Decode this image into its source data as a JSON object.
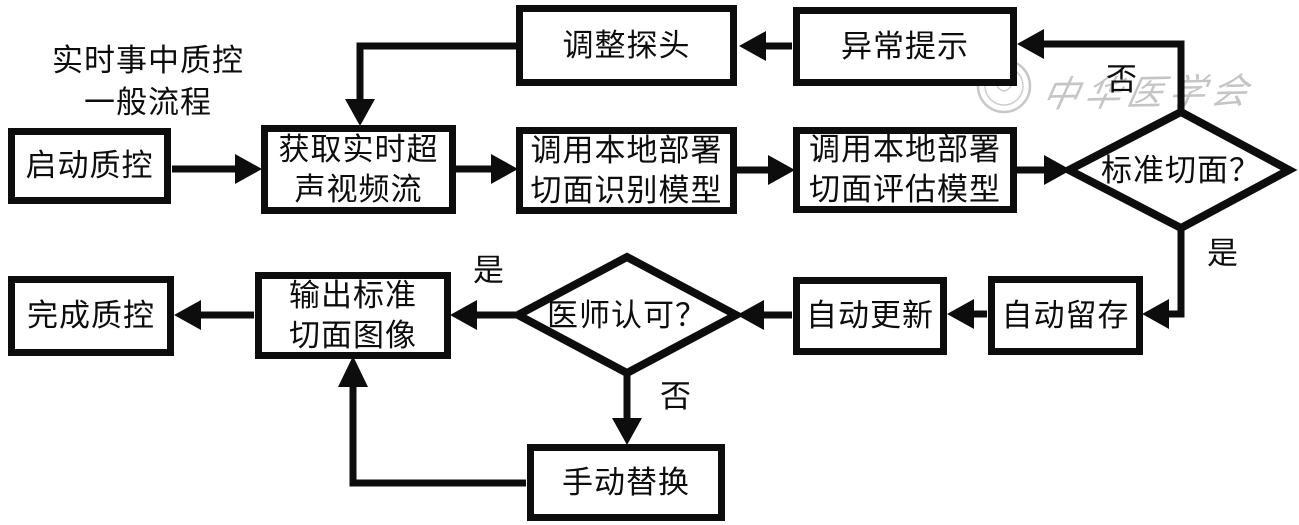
{
  "title": "实时事中质控\n一般流程",
  "watermark": {
    "text": "中华医学会",
    "color": "#c5c5c5"
  },
  "colors": {
    "line": "#0d0d0d",
    "background": "#ffffff",
    "text": "#0d0d0d"
  },
  "nodes": {
    "start": {
      "label": "启动质控"
    },
    "acquire": {
      "label": "获取实时超\n声视频流"
    },
    "recognize": {
      "label": "调用本地部署\n切面识别模型"
    },
    "evaluate": {
      "label": "调用本地部署\n切面评估模型"
    },
    "standard": {
      "label": "标准切面？",
      "type": "decision"
    },
    "adjust": {
      "label": "调整探头"
    },
    "alert": {
      "label": "异常提示"
    },
    "autosave": {
      "label": "自动留存"
    },
    "autoupdate": {
      "label": "自动更新"
    },
    "approve": {
      "label": "医师认可？",
      "type": "decision"
    },
    "output": {
      "label": "输出标准\n切面图像"
    },
    "complete": {
      "label": "完成质控"
    },
    "manual": {
      "label": "手动替换"
    }
  },
  "edge_labels": {
    "standard_no": "否",
    "standard_yes": "是",
    "approve_yes": "是",
    "approve_no": "否"
  }
}
